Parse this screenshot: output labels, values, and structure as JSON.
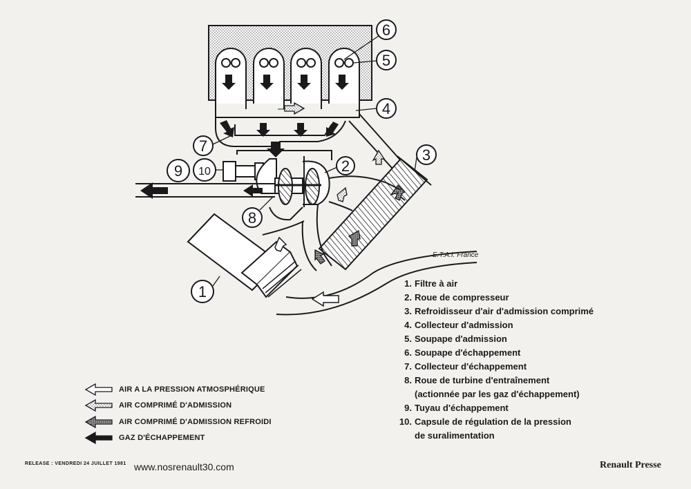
{
  "diagram": {
    "callouts": [
      "1",
      "2",
      "3",
      "4",
      "5",
      "6",
      "7",
      "8",
      "9",
      "10"
    ],
    "credit": "E.T.A.I. France"
  },
  "components": [
    {
      "num": "1.",
      "name": "Filtre à air"
    },
    {
      "num": "2.",
      "name": "Roue de compresseur"
    },
    {
      "num": "3.",
      "name": "Refroidisseur d'air d'admission comprimé"
    },
    {
      "num": "4.",
      "name": "Collecteur d'admission"
    },
    {
      "num": "5.",
      "name": "Soupape d'admission"
    },
    {
      "num": "6.",
      "name": "Soupape d'échappement"
    },
    {
      "num": "7.",
      "name": "Collecteur d'échappement"
    },
    {
      "num": "8.",
      "name": "Roue de turbine d'entraînement\n(actionnée par les gaz d'échappement)"
    },
    {
      "num": "9.",
      "name": "Tuyau d'échappement"
    },
    {
      "num": "10.",
      "name": "Capsule de régulation de la pression\nde suralimentation"
    }
  ],
  "flow_key": [
    {
      "label": "AIR A LA PRESSION ATMOSPHÉRIQUE",
      "arrow": "outline-arrow"
    },
    {
      "label": "AIR COMPRIMÉ D'ADMISSION",
      "arrow": "light-dotted-arrow"
    },
    {
      "label": "AIR COMPRIMÉ D'ADMISSION REFROIDI",
      "arrow": "dark-dotted-arrow"
    },
    {
      "label": "GAZ D'ÉCHAPPEMENT",
      "arrow": "solid-black-arrow"
    }
  ],
  "footer": {
    "release": "RELEASE : VENDREDI 24 JUILLET 1981",
    "website": "www.nosrenault30.com",
    "publisher": "Renault Presse"
  },
  "colors": {
    "paper": "#f3f1ee",
    "ink": "#1a1a1a"
  }
}
